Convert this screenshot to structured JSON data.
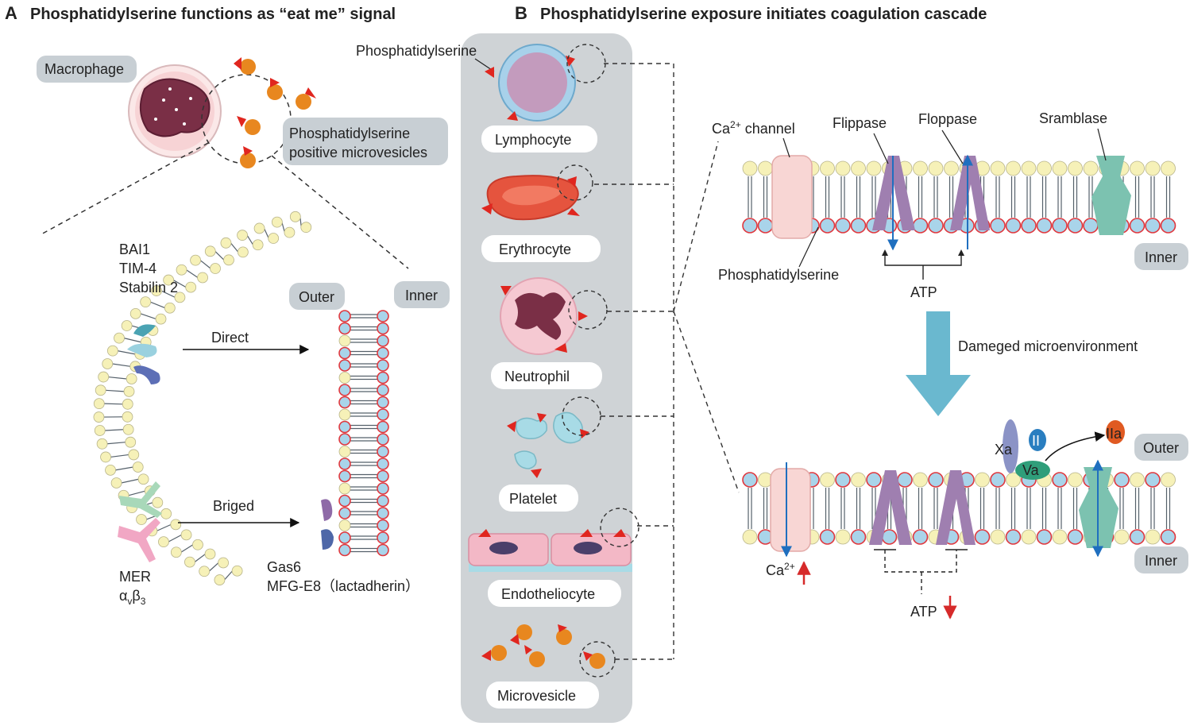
{
  "panel_a": {
    "letter": "A",
    "title": "Phosphatidylserine functions as “eat me” signal",
    "macrophage_label": "Macrophage",
    "microvesicle_label_line1": "Phosphatidylserine",
    "microvesicle_label_line2": "positive microvesicles",
    "receptors_direct": [
      "BAI1",
      "TIM-4",
      "Stabilin 2"
    ],
    "arrow_direct": "Direct",
    "arrow_bridged": "Briged",
    "receptors_bridged_line1": "MER",
    "receptors_bridged_line2_base": "α",
    "receptors_bridged_line2_sub1": "v",
    "receptors_bridged_line2_mid": "β",
    "receptors_bridged_line2_sub2": "3",
    "bridge_molecules": [
      "Gas6",
      "MFG-E8（lactadherin）"
    ],
    "outer_label": "Outer",
    "inner_label": "Inner"
  },
  "panel_b": {
    "letter": "B",
    "title": "Phosphatidylserine exposure initiates coagulation cascade",
    "ps_pointer_label": "Phosphatidylserine",
    "cells": [
      "Lymphocyte",
      "Erythrocyte",
      "Neutrophil",
      "Platelet",
      "Endotheliocyte",
      "Microvesicle"
    ],
    "ca_channel_base": "Ca",
    "ca_channel_sup": "2+",
    "ca_channel_suffix": " channel",
    "flippase": "Flippase",
    "floppase": "Floppase",
    "scramblase": "Sramblase",
    "ps_label": "Phosphatidylserine",
    "atp": "ATP",
    "inner_label_top": "Inner",
    "transition": "Dameged microenvironment",
    "factors": [
      "Xa",
      "II",
      "Va",
      "IIa"
    ],
    "outer_label": "Outer",
    "inner_label_bottom": "Inner",
    "ca_bottom_base": "Ca",
    "ca_bottom_sup": "2+",
    "atp_bottom": "ATP"
  },
  "colors": {
    "ps_headgroup": "#a9d4ea",
    "ps_ring": "#e0383e",
    "lipid_head": "#f6f1b8",
    "flippase": "#9f7fb0",
    "scramblase": "#7cc2b0",
    "ca_channel": "#f8d6d4",
    "transition_arrow": "#6ab8cf",
    "label_box": "#c8cfd4",
    "cell_column": "#cfd3d6"
  }
}
